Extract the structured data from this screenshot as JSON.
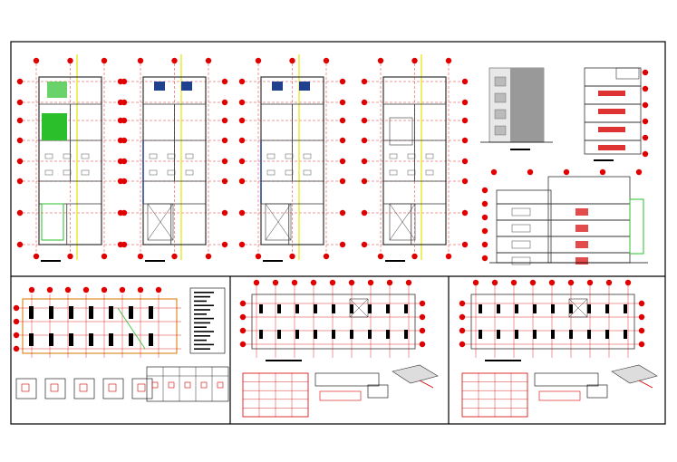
{
  "drawing": {
    "top_panel": {
      "plans": [
        {
          "id": "floor-plan-1",
          "variant": "green"
        },
        {
          "id": "floor-plan-2",
          "variant": "blue"
        },
        {
          "id": "floor-plan-3",
          "variant": "blue"
        },
        {
          "id": "floor-plan-4",
          "variant": "roof"
        }
      ],
      "elevations": [
        "front-elevation",
        "section-1",
        "section-2"
      ]
    },
    "bottom_panels": [
      "foundation-plan",
      "slab-plan-1",
      "slab-plan-2"
    ],
    "colors": {
      "frame": "#000000",
      "axis": "#d40000",
      "axis_circle": "#e00000",
      "centerline": "#e6e600",
      "wall": "#1f3f8f",
      "green_fill": "#2bbf2b",
      "orange": "#e08a2a",
      "table_red": "#d60000"
    }
  }
}
